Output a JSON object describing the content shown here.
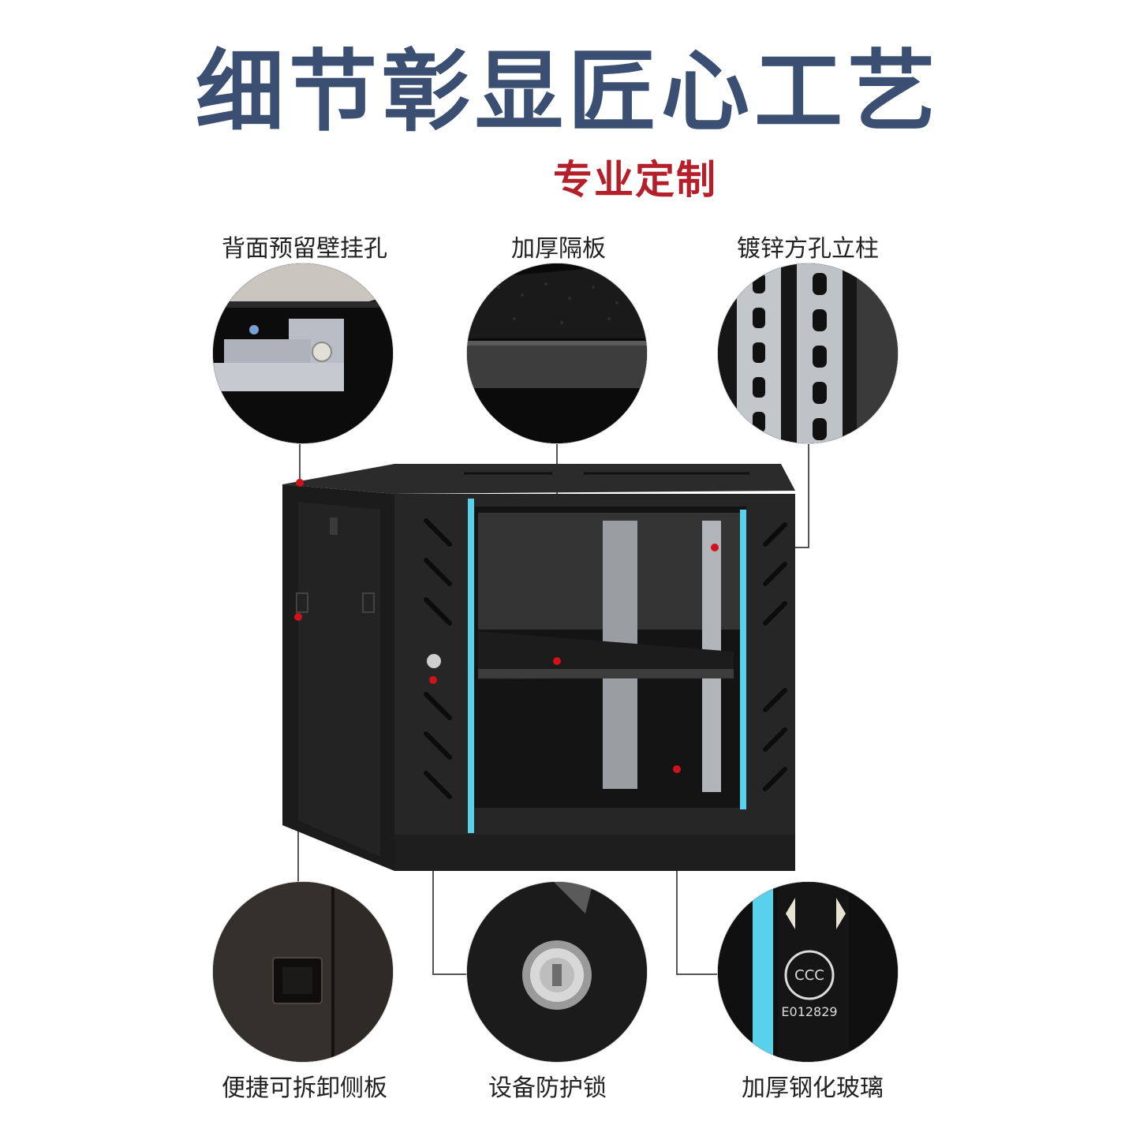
{
  "headline": "细节彰显匠心工艺",
  "subtitle": "专业定制",
  "features": {
    "top_left": {
      "label": "背面预留壁挂孔",
      "icon": "wall-mount-hole-icon"
    },
    "top_center": {
      "label": "加厚隔板",
      "icon": "shelf-icon"
    },
    "top_right": {
      "label": "镀锌方孔立柱",
      "icon": "square-hole-post-icon"
    },
    "bottom_left": {
      "label": "便捷可拆卸侧板",
      "icon": "side-panel-latch-icon"
    },
    "bottom_center": {
      "label": "设备防护锁",
      "icon": "lock-icon"
    },
    "bottom_right": {
      "label": "加厚钢化玻璃",
      "icon": "tempered-glass-icon"
    }
  },
  "glass_cert": {
    "mark": "CCC",
    "code": "E012829"
  },
  "colors": {
    "title": "#3b4f73",
    "subtitle": "#b51f2a",
    "glass_accent": "#5ad1ea",
    "callout_dot": "#d0121b"
  }
}
